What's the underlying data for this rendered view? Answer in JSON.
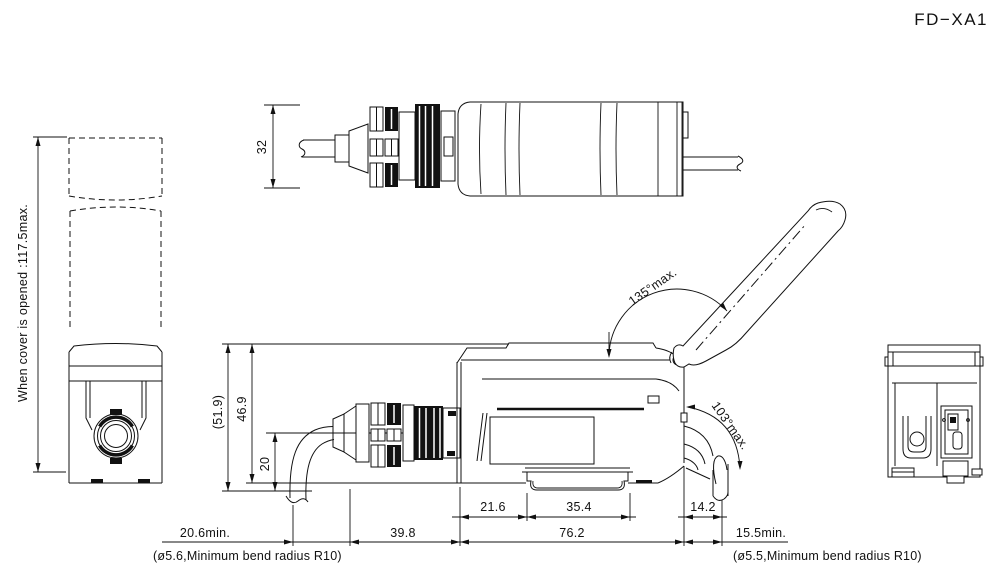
{
  "drawing": {
    "model": "FD−XA1",
    "left_view": {
      "height_note": "When cover is opened :117.5max."
    },
    "top_view": {
      "width": "32"
    },
    "front_view": {
      "overall_height": "(51.9)",
      "body_height": "46.9",
      "fiber_center_height": "20",
      "cover_open_angle": "135°max.",
      "cable_bend_angle": "103°max.",
      "fiber_min_straight": "20.6min.",
      "fiber_to_body": "39.8",
      "din_left": "21.6",
      "din_width": "35.4",
      "body_length": "76.2",
      "cable_offset": "14.2",
      "cable_min_straight": "15.5min.",
      "fiber_note": "(ø5.6,Minimum bend radius R10)",
      "cable_note": "(ø5.5,Minimum bend radius R10)"
    }
  }
}
